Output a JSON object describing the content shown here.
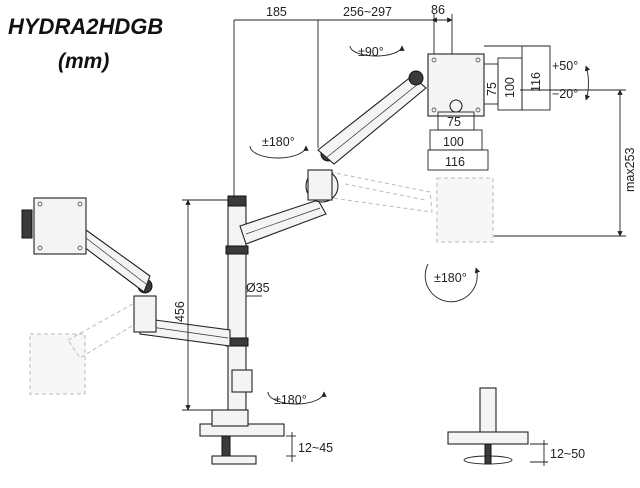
{
  "title": {
    "model": "HYDRA2HDGB",
    "unit": "(mm)"
  },
  "dimensions": {
    "top_reach_left": "185",
    "top_reach_right": "256~297",
    "depth": "86",
    "vesa_h_small": "75",
    "vesa_h_mid": "100",
    "vesa_h_large": "116",
    "vesa_w_small": "75",
    "vesa_w_mid": "100",
    "vesa_w_large": "116",
    "max_height": "max253",
    "pole_height": "456",
    "pole_diameter": "Ø35",
    "clamp_range": "12~45",
    "grommet_range": "12~50"
  },
  "rotations": {
    "swivel_top": "±90°",
    "arm_swivel": "±180°",
    "tilt_up": "+50°",
    "tilt_down": "−20°",
    "screen_rotation": "±180°",
    "base_swivel": "±180°"
  }
}
